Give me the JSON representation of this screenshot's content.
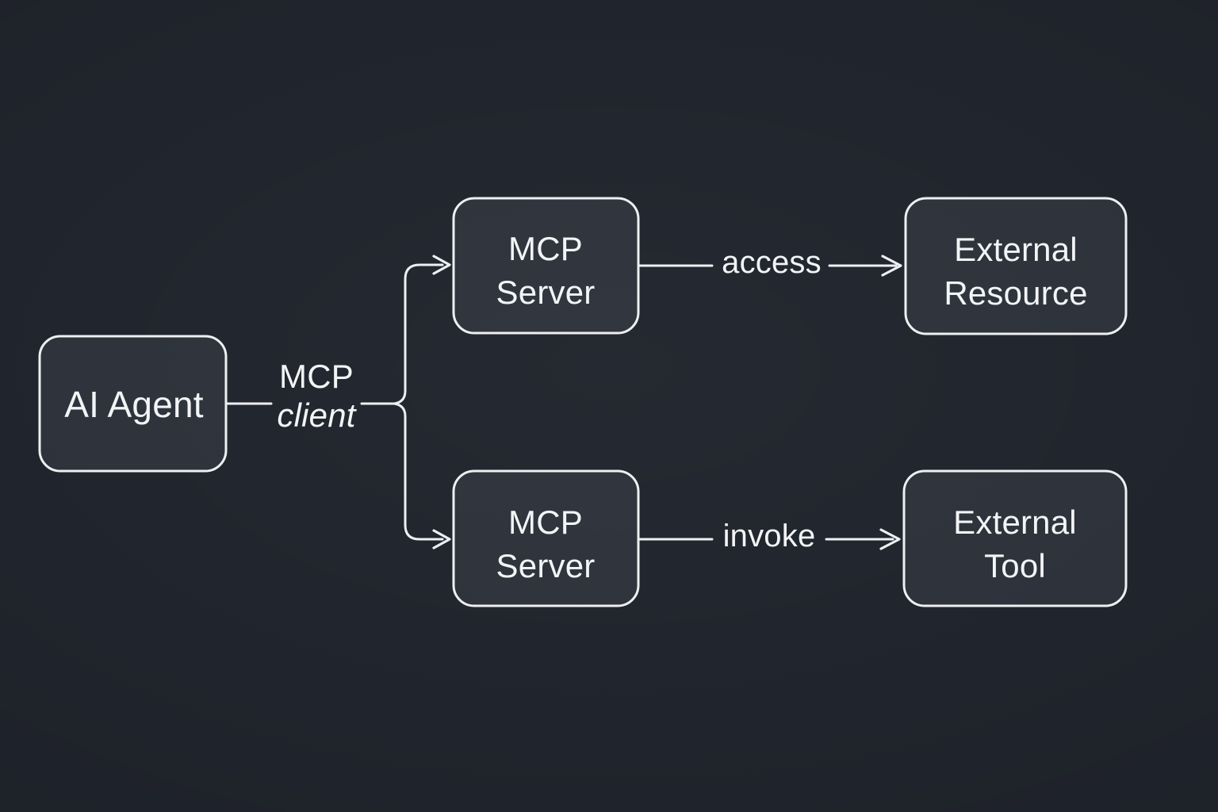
{
  "nodes": {
    "ai_agent": {
      "label": "AI Agent"
    },
    "mcp_server_top": {
      "line1": "MCP",
      "line2": "Server"
    },
    "external_resource": {
      "line1": "External",
      "line2": "Resource"
    },
    "mcp_server_bottom": {
      "line1": "MCP",
      "line2": "Server"
    },
    "external_tool": {
      "line1": "External",
      "line2": "Tool"
    }
  },
  "edges": {
    "mcp_client": {
      "line1": "MCP",
      "line2": "client"
    },
    "access": {
      "label": "access"
    },
    "invoke": {
      "label": "invoke"
    }
  },
  "colors": {
    "background": "#20242c",
    "node_fill": "#2d323b",
    "line": "#edeff2",
    "text": "#f2f4f6"
  }
}
